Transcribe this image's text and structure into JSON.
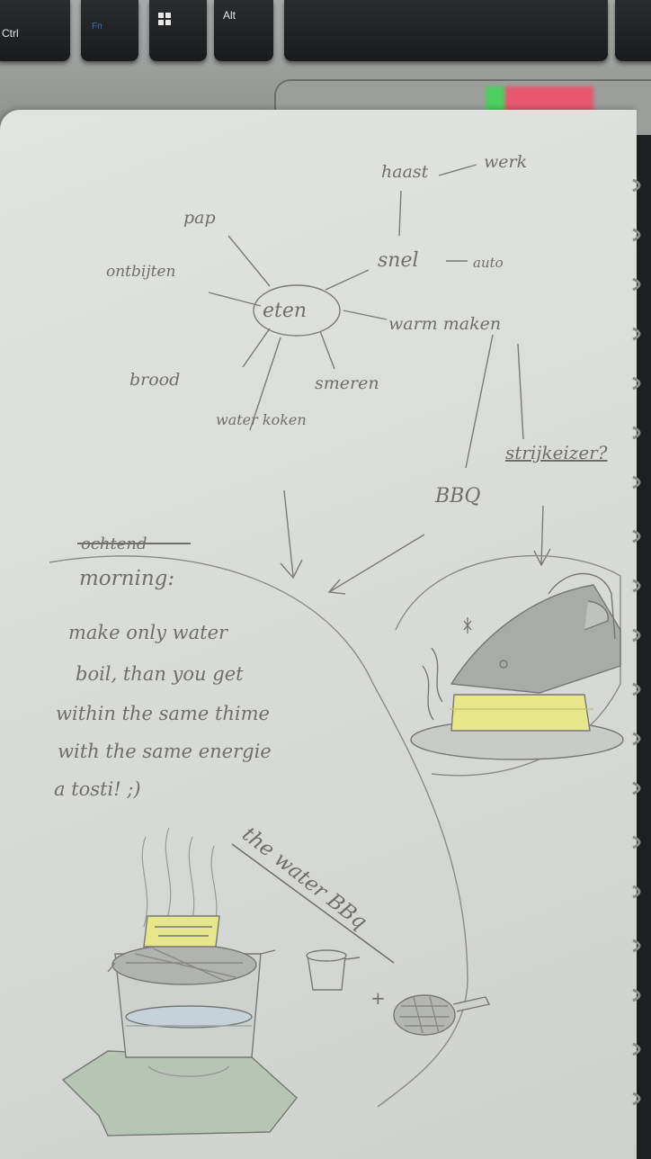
{
  "keyboard": {
    "keys": [
      "Ctrl",
      "Fn",
      "Alt"
    ],
    "windows_key": "windows-logo-icon"
  },
  "mindmap": {
    "center": "eten",
    "nodes": [
      "haast",
      "werk",
      "pap",
      "snel",
      "auto",
      "ontbijten",
      "warm maken",
      "brood",
      "smeren",
      "water koken",
      "strijkeizer?",
      "BBQ"
    ]
  },
  "notes": {
    "struck_word": "ochtend",
    "heading": "morning:",
    "lines": [
      "make only water",
      "boil, than you get",
      "within the same thime",
      "with the same energie",
      "a tosti! ;)"
    ]
  },
  "caption": "the water BBq",
  "plus_sign": "+",
  "colors": {
    "paper": "#dcdedb",
    "pencil": "#6e6e6e",
    "yellow_pencil": "#e6e68a",
    "sticky_green": "#44d45a",
    "sticky_pink": "#f0506a"
  }
}
